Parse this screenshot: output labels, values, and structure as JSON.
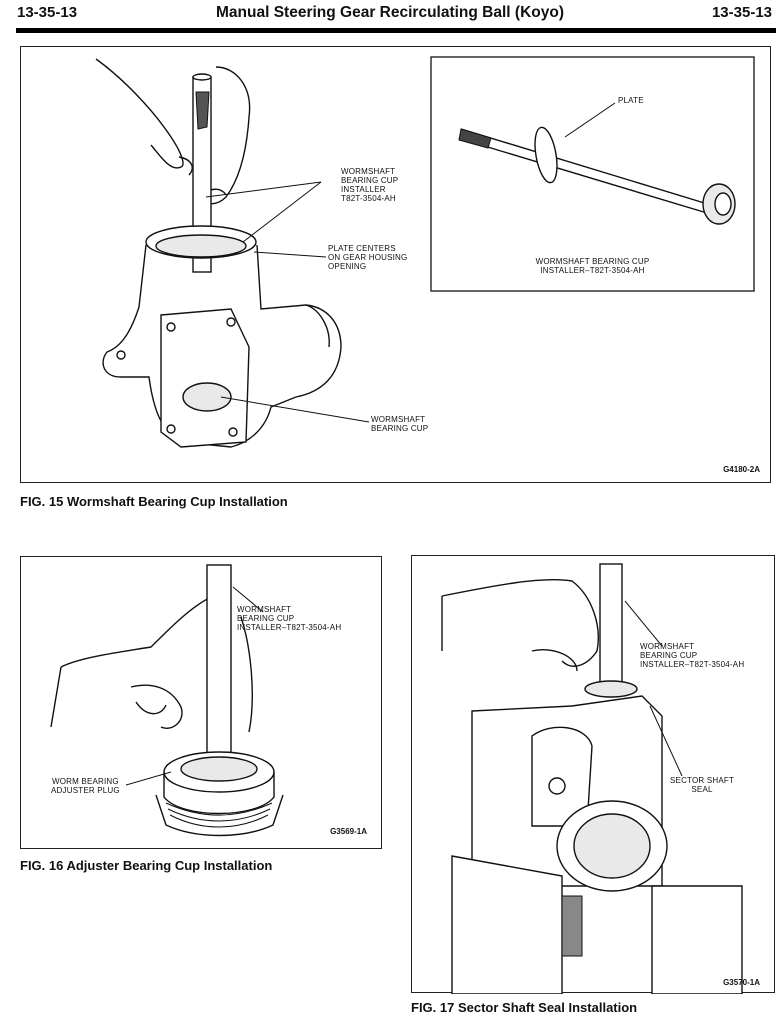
{
  "header": {
    "page_left": "13-35-13",
    "title": "Manual Steering Gear Recirculating Ball (Koyo)",
    "page_right": "13-35-13"
  },
  "fig15": {
    "labels": {
      "installer": "WORMSHAFT\nBEARING CUP\nINSTALLER\nT82T-3504-AH",
      "plate_centers": "PLATE CENTERS\nON GEAR HOUSING\nOPENING",
      "bearing_cup": "WORMSHAFT\nBEARING CUP"
    },
    "inset": {
      "plate": "PLATE",
      "tool_name": "WORMSHAFT BEARING CUP\nINSTALLER–T82T-3504-AH"
    },
    "code": "G4180-2A",
    "caption": "FIG. 15  Wormshaft Bearing Cup Installation"
  },
  "fig16": {
    "labels": {
      "installer": "WORMSHAFT\nBEARING CUP\nINSTALLER–T82T-3504-AH",
      "adjuster_plug": "WORM BEARING\nADJUSTER PLUG"
    },
    "code": "G3569-1A",
    "caption": "FIG. 16  Adjuster Bearing Cup Installation"
  },
  "fig17": {
    "labels": {
      "installer": "WORMSHAFT\nBEARING CUP\nINSTALLER–T82T-3504-AH",
      "seal": "SECTOR SHAFT\nSEAL"
    },
    "code": "G3570-1A",
    "caption": "FIG. 17  Sector Shaft Seal Installation"
  }
}
